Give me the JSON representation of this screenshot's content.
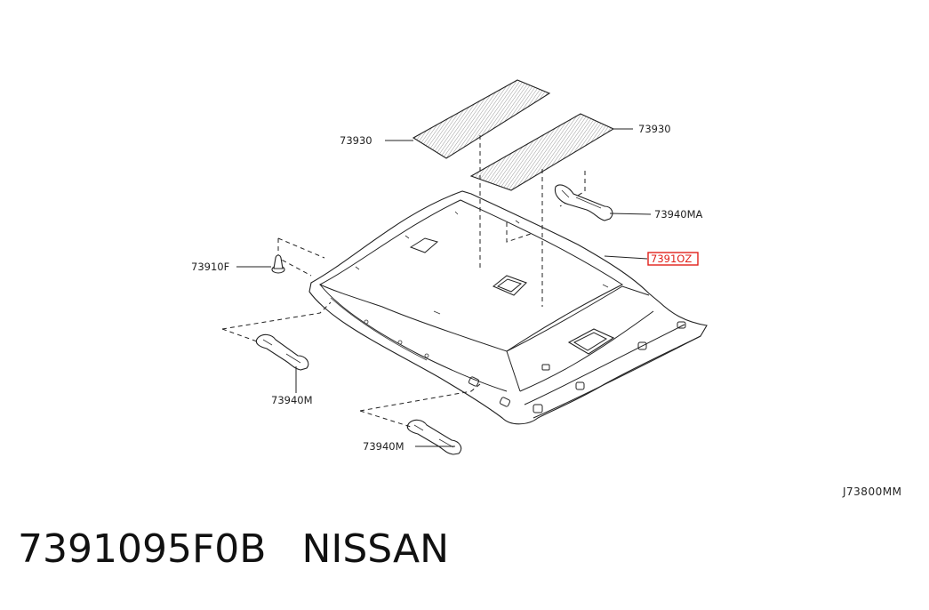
{
  "diagram": {
    "labels": {
      "visor_left": "73930",
      "visor_right": "73930",
      "grip_rear_right": "73940MA",
      "headlining": "7391OZ",
      "clip": "73910F",
      "grip_front": "73940M",
      "grip_rear": "73940M"
    },
    "drawing_code": "J73800MM",
    "highlight_color": "#e0201a"
  },
  "caption": {
    "part_number": "7391095F0B",
    "brand": "NISSAN"
  }
}
